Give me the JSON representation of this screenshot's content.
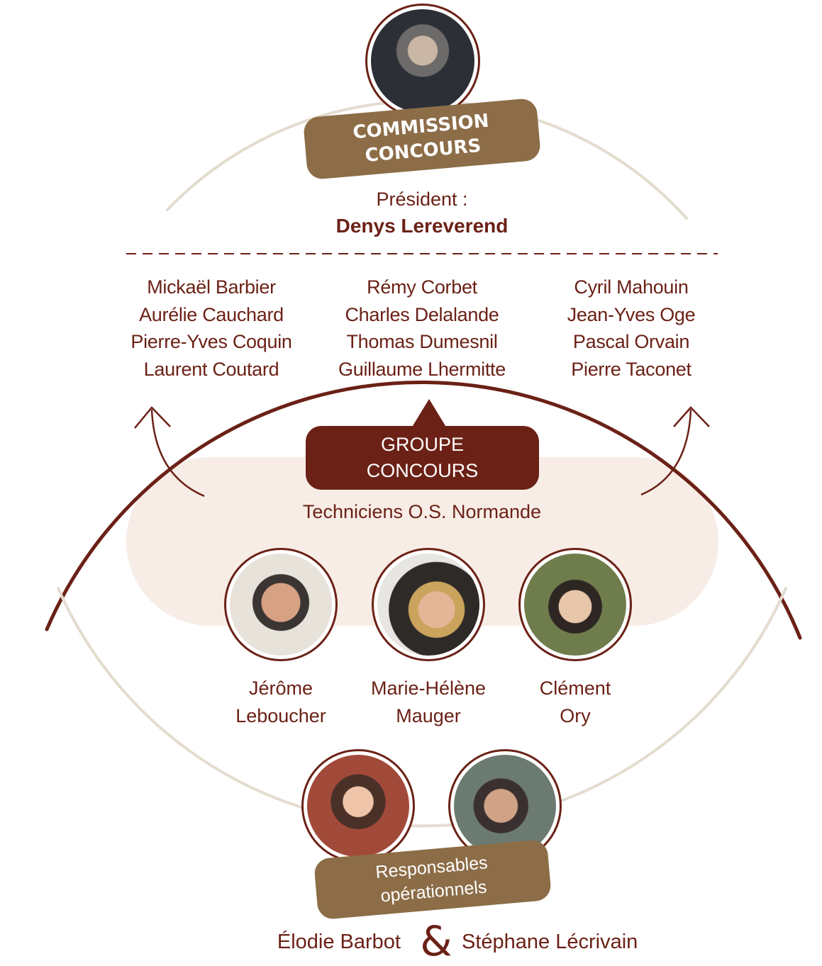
{
  "commission": {
    "badge_line1": "COMMISSION",
    "badge_line2": "CONCOURS",
    "president_label": "Président :",
    "president_name": "Denys Lereverend",
    "members_col1": [
      "Mickaël Barbier",
      "Aurélie Cauchard",
      "Pierre-Yves Coquin",
      "Laurent Coutard"
    ],
    "members_col2": [
      "Rémy Corbet",
      "Charles Delalande",
      "Thomas Dumesnil",
      "Guillaume Lhermitte"
    ],
    "members_col3": [
      "Cyril Mahouin",
      "Jean-Yves Oge",
      "Pascal Orvain",
      "Pierre Taconet"
    ]
  },
  "groupe": {
    "badge_line1": "GROUPE",
    "badge_line2": "CONCOURS",
    "subtitle": "Techniciens O.S. Normande",
    "techs": [
      {
        "first": "Jérôme",
        "last": "Leboucher"
      },
      {
        "first": "Marie-Hélène",
        "last": "Mauger"
      },
      {
        "first": "Clément",
        "last": "Ory"
      }
    ]
  },
  "responsables": {
    "badge_line1": "Responsables",
    "badge_line2": "opérationnels",
    "name_left": "Élodie Barbot",
    "ampersand": "&",
    "name_right": "Stéphane Lécrivain"
  },
  "colors": {
    "dark_brown": "#6b2116",
    "badge_brown": "#8c6d47",
    "light_beige": "#e3dccf",
    "cream": "#f7ede6"
  }
}
